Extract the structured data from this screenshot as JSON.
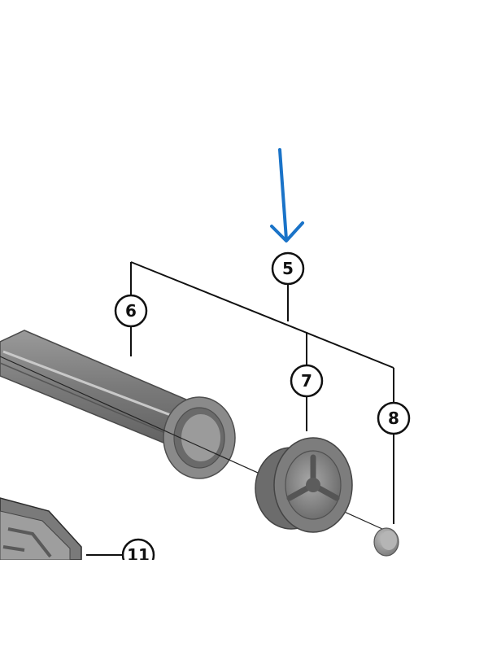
{
  "diagram": {
    "callouts": {
      "c5": "5",
      "c6": "6",
      "c7": "7",
      "c8": "8",
      "c11": "11"
    }
  },
  "colors": {
    "arrow": "#1a73c8",
    "line": "#111111",
    "part_dark": "#6f6f6f",
    "part_mid": "#8c8c8c",
    "part_light": "#b9b9b9"
  }
}
